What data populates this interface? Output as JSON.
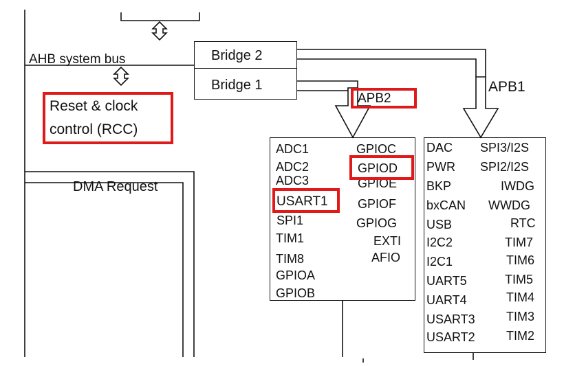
{
  "bus": {
    "label": "AHB system bus"
  },
  "bridges": {
    "bridge2": "Bridge 2",
    "bridge1": "Bridge 1"
  },
  "rcc": {
    "line1": "Reset & clock",
    "line2": "control (RCC)"
  },
  "dma": {
    "label": "DMA Request"
  },
  "apb2": {
    "label": "APB2",
    "left": [
      "ADC1",
      "ADC2",
      "ADC3",
      "USART1",
      "SPI1",
      "TIM1",
      "TIM8",
      "GPIOA",
      "GPIOB"
    ],
    "right": [
      "GPIOC",
      "GPIOD",
      "GPIOE",
      "GPIOF",
      "GPIOG",
      "EXTI",
      "AFIO"
    ]
  },
  "apb1": {
    "label": "APB1",
    "left": [
      "DAC",
      "PWR",
      "BKP",
      "bxCAN",
      "USB",
      "I2C2",
      "I2C1",
      "UART5",
      "UART4",
      "USART3",
      "USART2"
    ],
    "right": [
      "SPI3/I2S",
      "SPI2/I2S",
      "IWDG",
      "WWDG",
      "RTC",
      "TIM7",
      "TIM6",
      "TIM5",
      "TIM4",
      "TIM3",
      "TIM2"
    ]
  },
  "colors": {
    "highlight": "#e01a1a",
    "line": "#111111"
  }
}
